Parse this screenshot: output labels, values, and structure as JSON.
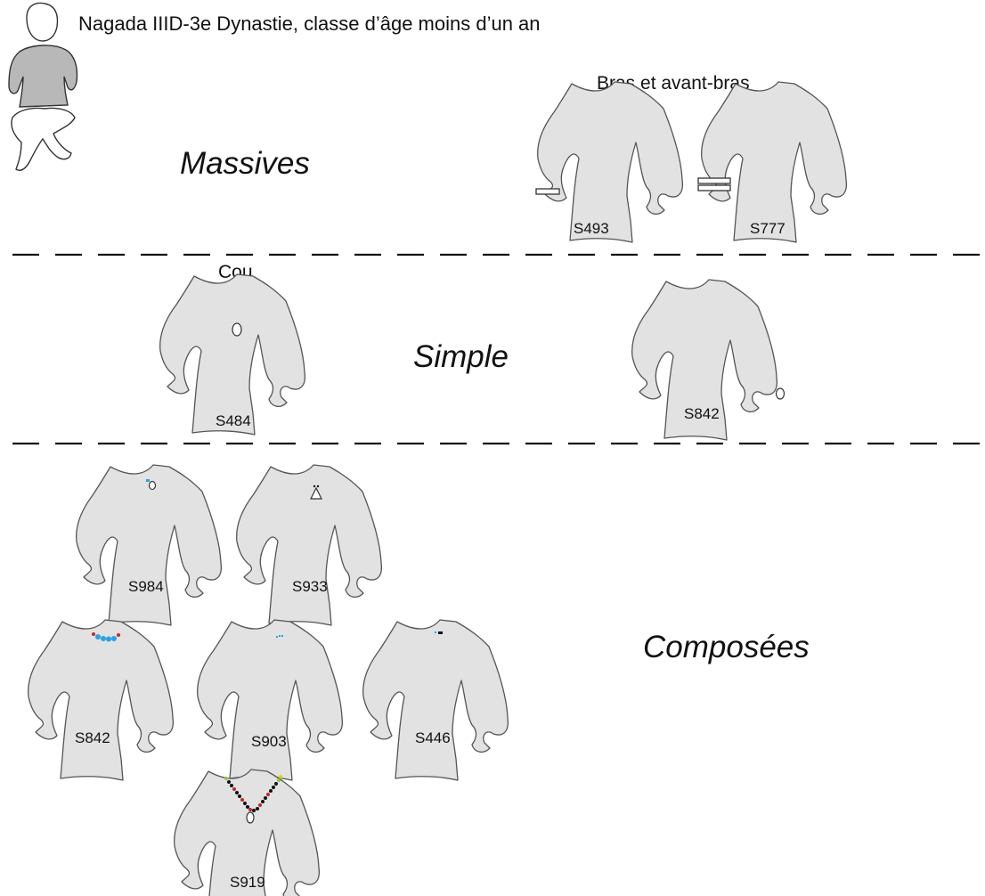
{
  "title": "Nagada IIID-3e Dynastie, classe d’âge moins d’un an",
  "sections": {
    "arms_heading": "Bras et avant-bras",
    "neck_heading": "Cou",
    "massives": "Massives",
    "simple": "Simple",
    "composees": "Composées"
  },
  "figures": {
    "s493": "S493",
    "s777": "S777",
    "s484": "S484",
    "s842_simple": "S842",
    "s984": "S984",
    "s933": "S933",
    "s842_composee": "S842",
    "s903": "S903",
    "s446": "S446",
    "s919": "S919"
  },
  "colors": {
    "torso_fill": "#e2e2e2",
    "icon_fill": "#b8b8b8",
    "bead_blue": "#2aa3e0",
    "bead_red": "#c0282d",
    "bead_black": "#111111",
    "bead_green": "#8dc63f",
    "bead_yellow": "#e8d300"
  }
}
